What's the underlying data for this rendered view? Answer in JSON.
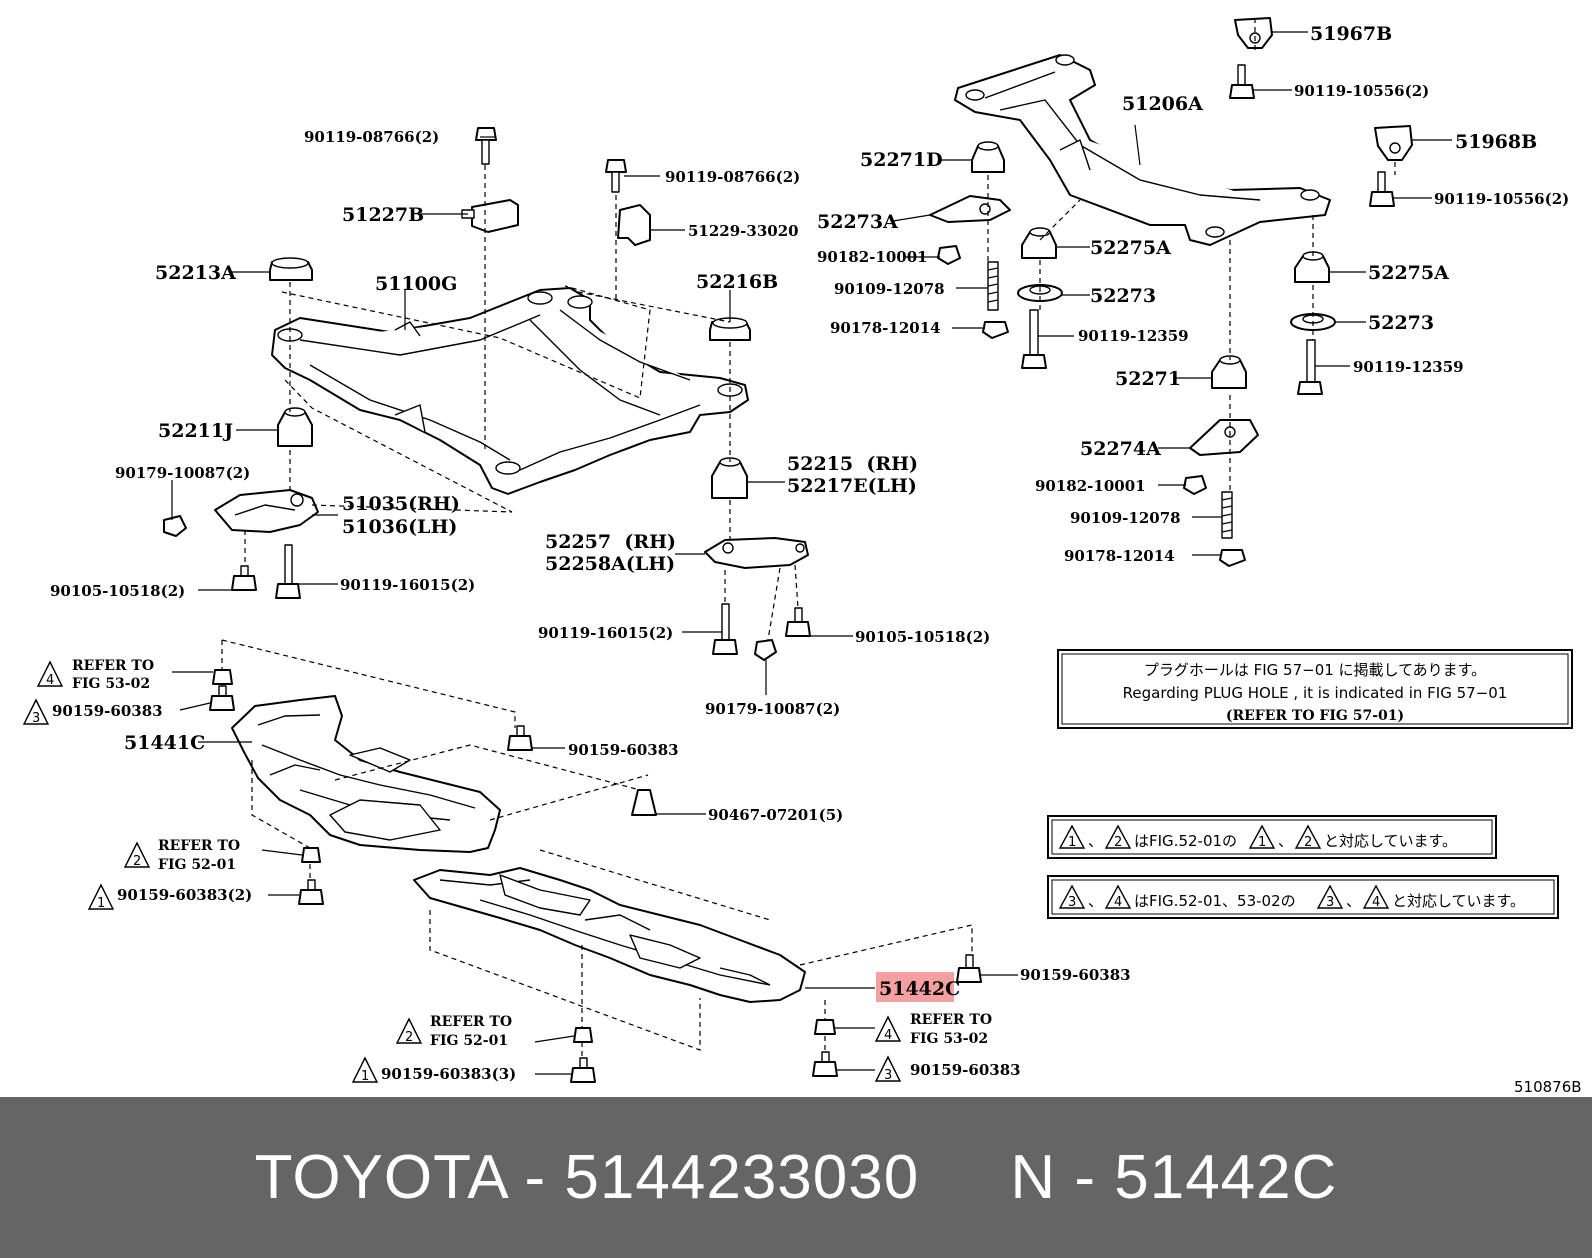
{
  "labels": {
    "p51967B": "51967B",
    "p90119_10556_a": "90119-10556(2)",
    "p51206A": "51206A",
    "p51968B": "51968B",
    "p90119_10556_b": "90119-10556(2)",
    "p90119_08766_a": "90119-08766(2)",
    "p90119_08766_b": "90119-08766(2)",
    "p51227B": "51227B",
    "p51229_33020": "51229-33020",
    "p52271D": "52271D",
    "p52273A": "52273A",
    "p90182_10001_a": "90182-10001",
    "p90109_12078_a": "90109-12078",
    "p90178_12014_a": "90178-12014",
    "p52275A_a": "52275A",
    "p52273_a": "52273",
    "p90119_12359_a": "90119-12359",
    "p52275A_b": "52275A",
    "p52273_b": "52273",
    "p90119_12359_b": "90119-12359",
    "p52271": "52271",
    "p52274A": "52274A",
    "p90182_10001_b": "90182-10001",
    "p90109_12078_b": "90109-12078",
    "p90178_12014_b": "90178-12014",
    "p52213A": "52213A",
    "p51100G": "51100G",
    "p52216B": "52216B",
    "p52211J": "52211J",
    "p90179_10087_a": "90179-10087(2)",
    "p51035": "51035(RH)",
    "p51036": "51036(LH)",
    "p52215": "52215  (RH)",
    "p52217E": "52217E(LH)",
    "p52257": "52257  (RH)",
    "p52258A": "52258A(LH)",
    "p90105_10518_a": "90105-10518(2)",
    "p90119_16015_a": "90119-16015(2)",
    "p90119_16015_b": "90119-16015(2)",
    "p90105_10518_b": "90105-10518(2)",
    "p90179_10087_b": "90179-10087(2)",
    "refer_to": "REFER TO",
    "fig_53_02": "FIG 53-02",
    "fig_52_01": "FIG 52-01",
    "p90159_60383_a": "90159-60383",
    "p51441C": "51441C",
    "p90159_60383_b": "90159-60383",
    "p90467_07201": "90467-07201(5)",
    "p90159_60383_c": "90159-60383(2)",
    "p90159_60383_d": "90159-60383",
    "p51442C": "51442C",
    "p90159_60383_e": "90159-60383(3)",
    "p90159_60383_f": "90159-60383",
    "figure_code": "510876B"
  },
  "triangles": [
    "1",
    "2",
    "3",
    "4"
  ],
  "notes": {
    "plug_hole_jp": "プラグホールは FIG 57−01 に掲載してあります。",
    "plug_hole_en": "Regarding PLUG HOLE , it is indicated in FIG 57−01",
    "plug_hole_ref": "(REFER TO FIG 57-01)",
    "note2_sep": "、",
    "note2_mid": "はFIG.52-01の",
    "note2_end": "と対応しています。",
    "note3_mid": "はFIG.52-01、53-02の",
    "note3_end": "と対応しています。"
  },
  "highlight_color": "#f4a0a0",
  "banner": {
    "text": "TOYOTA - 5144233030     N - 51442C",
    "background": "#656565"
  }
}
